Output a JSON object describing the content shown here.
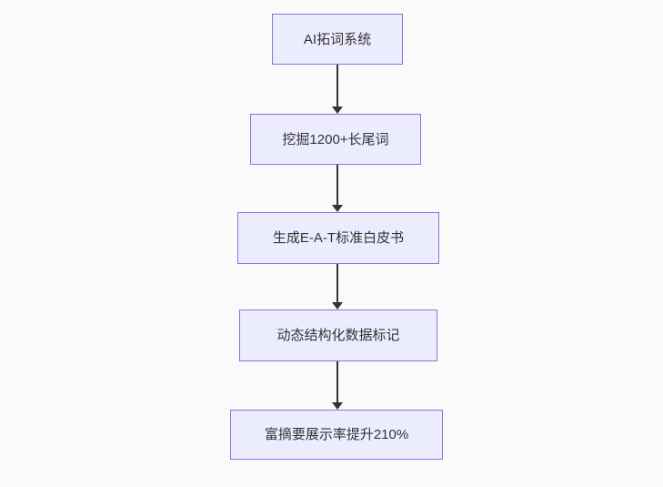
{
  "diagram": {
    "type": "flowchart-top-down",
    "background_color": "#fafafa",
    "node_fill_color": "#ececff",
    "node_border_color": "#9370db",
    "text_color": "#333333",
    "arrow_color": "#333333",
    "nodes": [
      {
        "label": "AI拓词系统"
      },
      {
        "label": "挖掘1200+长尾词"
      },
      {
        "label": "生成E-A-T标准白皮书"
      },
      {
        "label": "动态结构化数据标记"
      },
      {
        "label": "富摘要展示率提升210%"
      }
    ],
    "edges": [
      {
        "from": 0,
        "to": 1
      },
      {
        "from": 1,
        "to": 2
      },
      {
        "from": 2,
        "to": 3
      },
      {
        "from": 3,
        "to": 4
      }
    ]
  }
}
